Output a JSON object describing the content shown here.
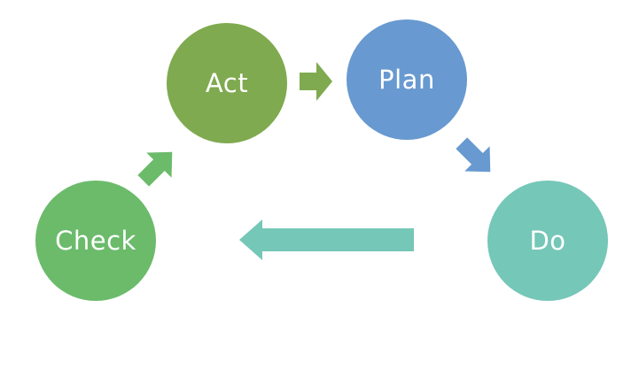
{
  "diagram": {
    "nodes": [
      {
        "id": "act",
        "label": "Act",
        "color": "#7faa4f"
      },
      {
        "id": "plan",
        "label": "Plan",
        "color": "#6899d0"
      },
      {
        "id": "do",
        "label": "Do",
        "color": "#75c7b8"
      },
      {
        "id": "check",
        "label": "Check",
        "color": "#6bbb6b"
      }
    ],
    "edges": [
      {
        "from": "act",
        "to": "plan",
        "color": "#7faa4f"
      },
      {
        "from": "plan",
        "to": "do",
        "color": "#6899d0"
      },
      {
        "from": "do",
        "to": "check",
        "color": "#75c7b8"
      },
      {
        "from": "check",
        "to": "act",
        "color": "#6bbb6b"
      }
    ]
  }
}
